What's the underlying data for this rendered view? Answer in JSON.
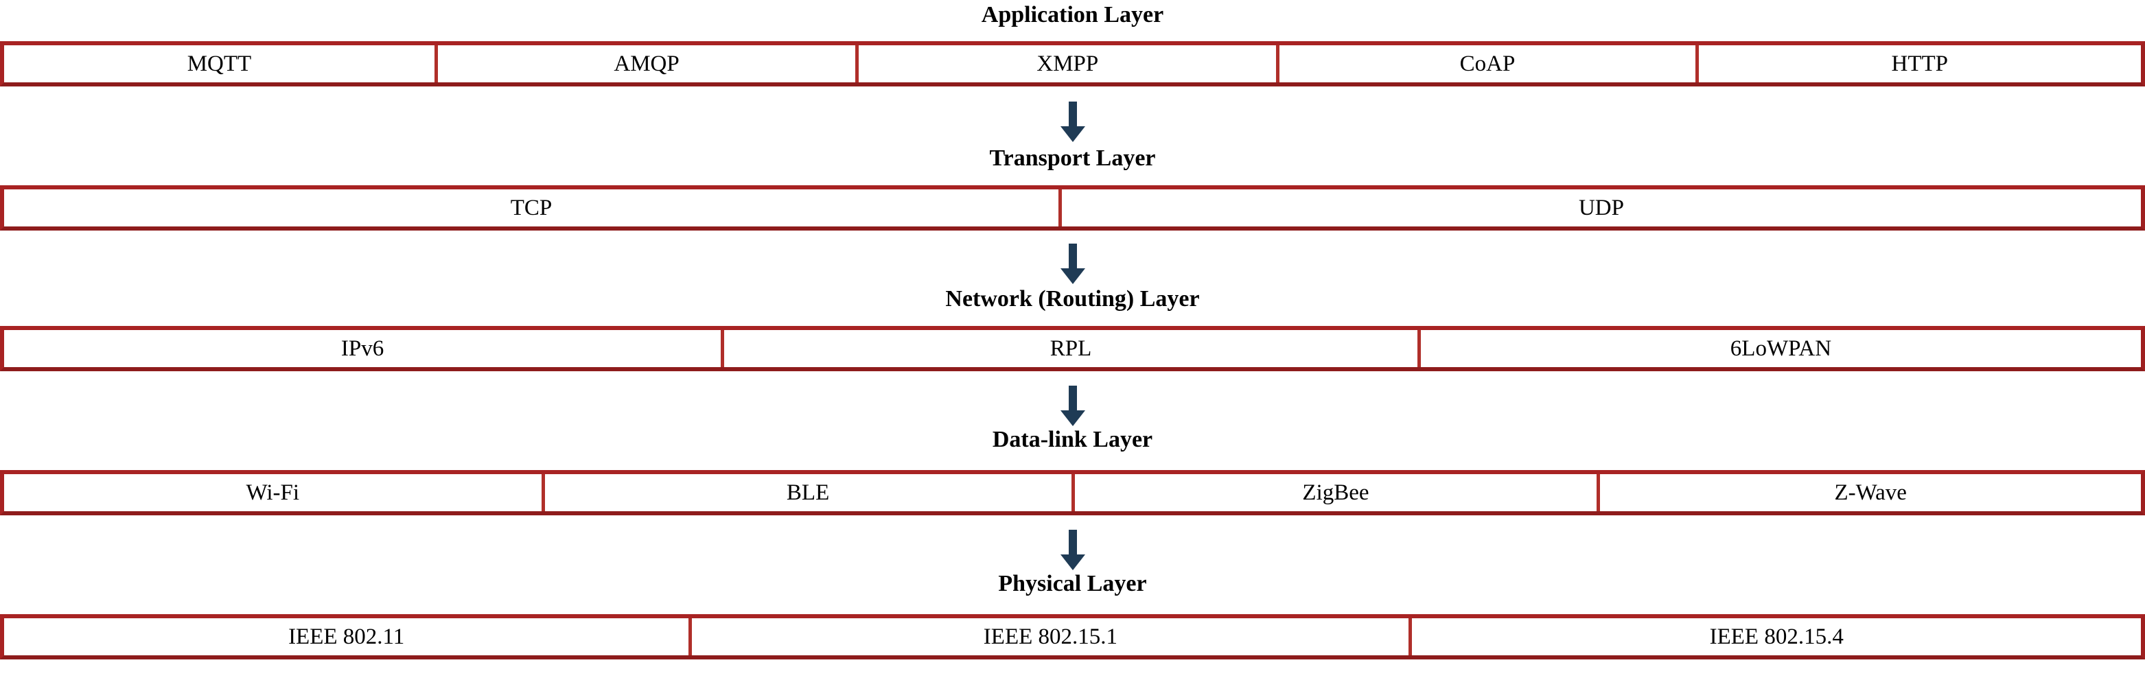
{
  "diagram": {
    "title_semantic": "IoT protocol stack layers",
    "accent_border_color": "#a82323",
    "accent_divider_color": "#b02f2a",
    "arrow_color": "#1f3b55",
    "background_color": "#ffffff",
    "text_color": "#000000"
  },
  "layers": [
    {
      "title": "Application Layer",
      "protocols": [
        "MQTT",
        "AMQP",
        "XMPP",
        "CoAP",
        "HTTP"
      ],
      "widths": [
        20.3,
        19.7,
        19.7,
        19.6,
        20.7
      ]
    },
    {
      "title": "Transport Layer",
      "protocols": [
        "TCP",
        "UDP"
      ],
      "widths": [
        49.5,
        50.5
      ]
    },
    {
      "title": "Network (Routing) Layer",
      "protocols": [
        "IPv6",
        "RPL",
        "6LoWPAN"
      ],
      "widths": [
        33.7,
        32.6,
        33.7
      ]
    },
    {
      "title": "Data-link Layer",
      "protocols": [
        "Wi-Fi",
        "BLE",
        "ZigBee",
        "Z-Wave"
      ],
      "widths": [
        25.3,
        24.8,
        24.6,
        25.3
      ]
    },
    {
      "title": "Physical Layer",
      "protocols": [
        "IEEE 802.11",
        "IEEE 802.15.1",
        "IEEE 802.15.4"
      ],
      "widths": [
        32.2,
        33.7,
        34.1
      ]
    }
  ],
  "arrows": [
    {
      "from": "Application Layer",
      "to": "Transport Layer",
      "direction": "down"
    },
    {
      "from": "Transport Layer",
      "to": "Network (Routing) Layer",
      "direction": "down"
    },
    {
      "from": "Network (Routing) Layer",
      "to": "Data-link Layer",
      "direction": "down"
    },
    {
      "from": "Data-link Layer",
      "to": "Physical Layer",
      "direction": "down"
    }
  ]
}
